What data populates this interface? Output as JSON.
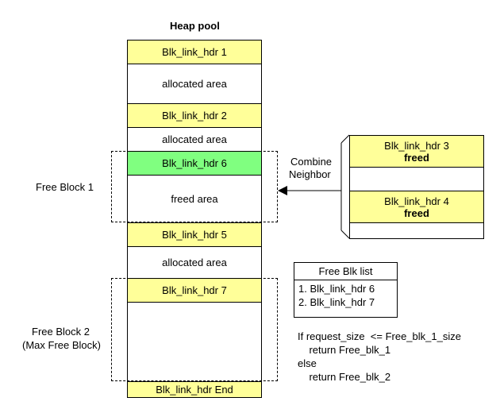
{
  "title": "Heap pool",
  "heap_blocks": [
    {
      "id": "hdr1",
      "text": "Blk_link_hdr 1"
    },
    {
      "id": "alloc1",
      "text": "allocated area"
    },
    {
      "id": "hdr2",
      "text": "Blk_link_hdr 2"
    },
    {
      "id": "alloc2",
      "text": "allocated area"
    },
    {
      "id": "hdr6",
      "text": "Blk_link_hdr 6"
    },
    {
      "id": "freed1",
      "text": "freed area"
    },
    {
      "id": "hdr5",
      "text": "Blk_link_hdr 5"
    },
    {
      "id": "alloc3",
      "text": "allocated area"
    },
    {
      "id": "hdr7",
      "text": "Blk_link_hdr 7"
    },
    {
      "id": "free2area",
      "text": ""
    },
    {
      "id": "hdrEnd",
      "text": "Blk_link_hdr  End"
    }
  ],
  "free_block_1_label": "Free Block 1",
  "free_block_2_label_line1": "Free Block 2",
  "free_block_2_label_line2": "(Max Free Block)",
  "combine_label_line1": "Combine",
  "combine_label_line2": "Neighbor",
  "neighbor_blocks": {
    "hdr3": {
      "line1": "Blk_link_hdr 3",
      "line2": "freed"
    },
    "hdr4": {
      "line1": "Blk_link_hdr 4",
      "line2": "freed"
    }
  },
  "free_list": {
    "title": "Free Blk list",
    "items": [
      "1. Blk_link_hdr 6",
      "2. Blk_link_hdr 7"
    ]
  },
  "code_lines": [
    "If request_size  <= Free_blk_1_size",
    "    return Free_blk_1",
    "else",
    "    return Free_blk_2"
  ],
  "colors": {
    "header_fill": "#ffff99",
    "merged_header_fill": "#80ff80",
    "outline": "#000000"
  }
}
